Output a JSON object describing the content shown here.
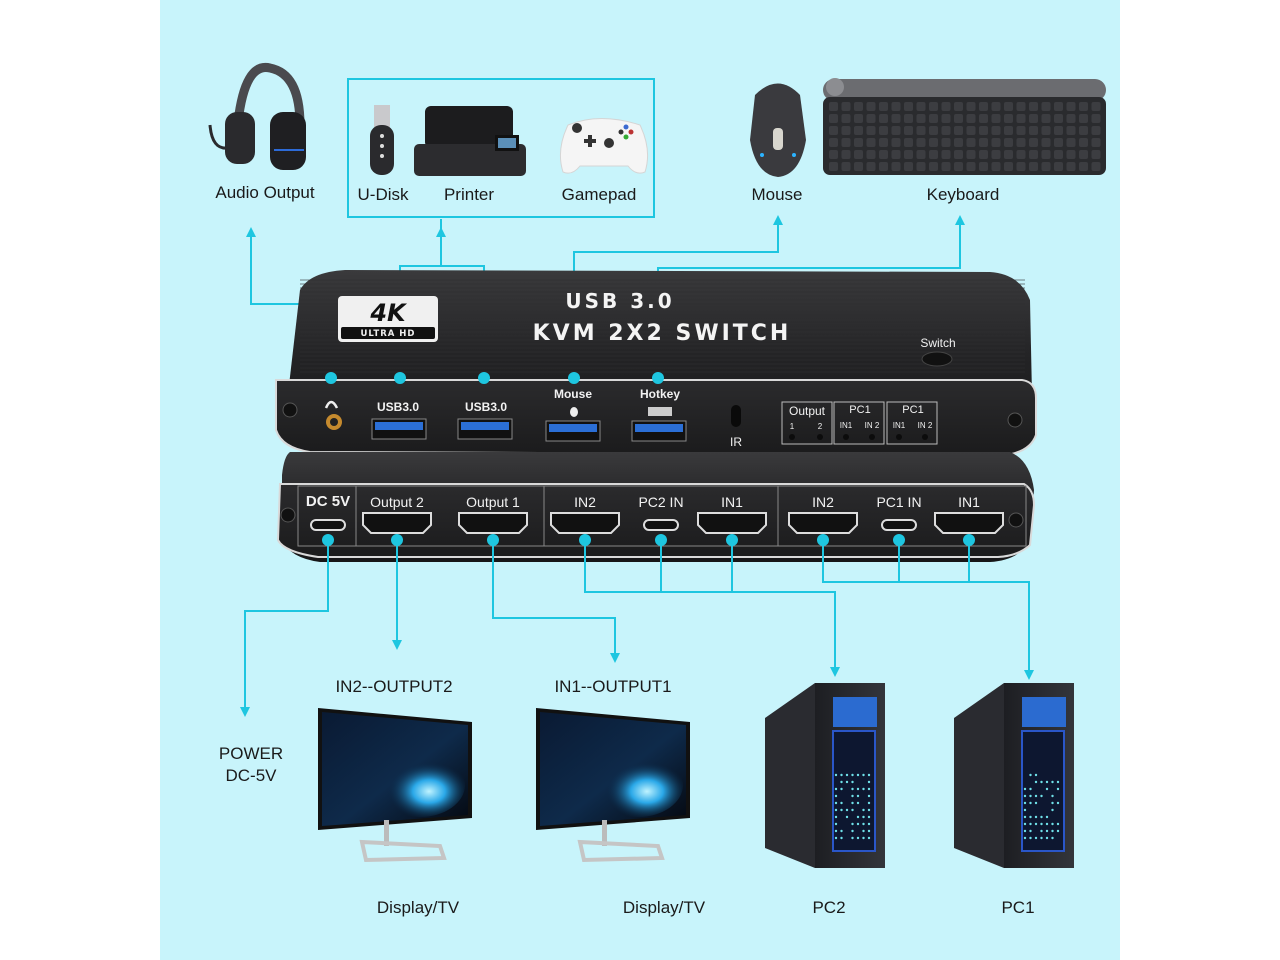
{
  "accent_color": "#1ec6e0",
  "background_color": "#c8f4fb",
  "device": {
    "badge_big": "4K",
    "badge_small": "ULTRA HD",
    "title_line1": "USB 3.0",
    "title_line2": "KVM 2X2 SWITCH",
    "switch_button_label": "Switch",
    "front_ports": [
      {
        "label": "",
        "icon": "headphones-icon",
        "type": "audio"
      },
      {
        "label": "USB3.0",
        "type": "usb"
      },
      {
        "label": "USB3.0",
        "type": "usb"
      },
      {
        "label": "Mouse",
        "icon": "mouse-icon",
        "type": "usb"
      },
      {
        "label": "Hotkey",
        "icon": "keyboard-icon",
        "type": "usb"
      },
      {
        "label": "IR",
        "type": "ir"
      }
    ],
    "indicator_groups": [
      {
        "title": "Output",
        "leds": [
          "1",
          "2"
        ]
      },
      {
        "title": "PC1",
        "leds": [
          "IN1",
          "IN 2"
        ]
      },
      {
        "title": "PC1",
        "leds": [
          "IN1",
          "IN 2"
        ]
      }
    ],
    "rear_ports": [
      {
        "label": "DC 5V",
        "type": "usb-c"
      },
      {
        "label": "Output 2",
        "type": "hdmi"
      },
      {
        "label": "Output 1",
        "type": "hdmi"
      },
      {
        "label": "IN2",
        "type": "hdmi"
      },
      {
        "label": "PC2 IN",
        "type": "usb-c"
      },
      {
        "label": "IN1",
        "type": "hdmi"
      },
      {
        "label": "IN2",
        "type": "hdmi"
      },
      {
        "label": "PC1 IN",
        "type": "usb-c"
      },
      {
        "label": "IN1",
        "type": "hdmi"
      }
    ]
  },
  "top_devices": [
    {
      "label": "Audio Output",
      "icon": "headset-icon"
    },
    {
      "label": "U-Disk",
      "icon": "usb-drive-icon"
    },
    {
      "label": "Printer",
      "icon": "printer-icon"
    },
    {
      "label": "Gamepad",
      "icon": "gamepad-icon"
    },
    {
      "label": "Mouse",
      "icon": "mouse-icon"
    },
    {
      "label": "Keyboard",
      "icon": "keyboard-icon"
    }
  ],
  "bottom_devices": {
    "power": {
      "line1": "POWER",
      "line2": "DC-5V"
    },
    "display2": {
      "heading": "IN2--OUTPUT2",
      "label": "Display/TV",
      "icon": "monitor-icon"
    },
    "display1": {
      "heading": "IN1--OUTPUT1",
      "label": "Display/TV",
      "icon": "monitor-icon"
    },
    "pc2": {
      "label": "PC2",
      "icon": "pc-tower-icon"
    },
    "pc1": {
      "label": "PC1",
      "icon": "pc-tower-icon"
    }
  }
}
